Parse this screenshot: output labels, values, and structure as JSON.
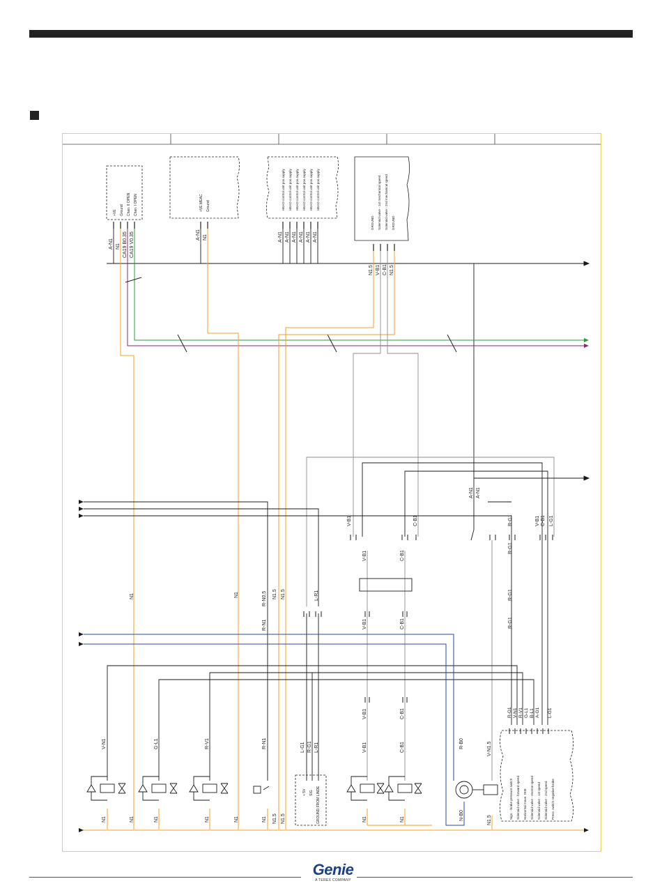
{
  "colors": {
    "accent": "#222222",
    "frame": "#e3d45a",
    "wire_black": "#1a1a1a",
    "wire_orange": "#f0a020",
    "wire_green": "#2f9a3a",
    "wire_purple": "#8a2a6a",
    "wire_gray": "#8c8c8c",
    "wire_blue": "#2a4aa0",
    "logo": "#1c3f8a"
  },
  "logo": {
    "name": "Genie",
    "sub": "A TEREX COMPANY"
  },
  "box1": {
    "labels": [
      "+VE",
      "Ground",
      "Chan. II OPEN",
      "Chan. I OPEN"
    ],
    "wires": [
      "A-N1",
      "N1",
      "CA19 B0.35",
      "CA19 V0.35"
    ]
  },
  "box2": {
    "labels": [
      "+VE MEAC",
      "Ground"
    ],
    "wires": [
      "A-N1",
      "N1"
    ]
  },
  "box3": {
    "labels": [
      "HEAD control unit pos.supply",
      "HEAD control unit pos.supply",
      "HEAD control unit pos.supply",
      "HEAD control unit pos.supply",
      "HEAD control unit pos.supply",
      "HEAD control unit pos.supply"
    ],
    "wires": [
      "A-N1",
      "A-N1",
      "A-N1",
      "A-N1",
      "A-N1",
      "A-N1"
    ]
  },
  "box4": {
    "labels": [
      "GROUND",
      "Solenoid valve - 1st mechanical speed",
      "Solenoid valve - 2nd mechanical speed",
      "GROUND"
    ],
    "wires": [
      "N1.5",
      "V-B1",
      "C-B1",
      "N1.5"
    ]
  },
  "mid": {
    "aa": [
      "A-N1",
      "A-N1"
    ],
    "top_row": [
      "V-B1",
      "C-B1",
      "R-G1",
      "V-B1",
      "C-B1",
      "L-G1"
    ],
    "second_row": [
      "V-B1",
      "C-B1",
      "R-G1"
    ],
    "rg_mid": [
      "R-G1",
      "R-G1"
    ],
    "left_wires": [
      "N1",
      "N1",
      "R-N0.5",
      "N1.5",
      "N1.5",
      "L-R1"
    ],
    "row_after_switch": [
      "V-B1",
      "C-B1"
    ],
    "rn1": "R-N1"
  },
  "lower": {
    "vb1": "V-B1",
    "cb1": "C-B1",
    "row_labels": [
      "V-N1",
      "G-L1",
      "R-V1",
      "R-N1",
      "L-G1",
      "R-G1",
      "L-R1",
      "V-B1",
      "C-B1",
      "R-B0",
      "V-N1.5"
    ],
    "bottom_labels": [
      "N1",
      "N1",
      "N1",
      "N1",
      "N1",
      "N1",
      "N1.5",
      "N1.5",
      "N1",
      "N1",
      "N-B0",
      "N1.5"
    ],
    "ground_box": [
      "+ 5V",
      "SIG",
      "GROUND FROM LINDE"
    ],
    "right_wires": [
      "R-G1",
      "V-N1",
      "R-V1",
      "G-L1",
      "B-L1",
      "A-G1",
      "L-G1"
    ],
    "right_box": [
      "Sign. - brake pressure switch",
      "Solenoid valve - forward speed",
      "Horizontal move. DIIE",
      "Solenoid valve - reverse speed",
      "Solenoid valve - 1st speed",
      "Solenoid valve - 2nd speed",
      "Press. switch negative-brake"
    ]
  }
}
